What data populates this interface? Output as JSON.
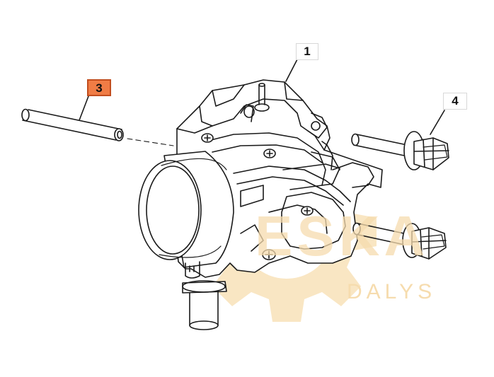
{
  "diagram": {
    "callouts": [
      {
        "id": "1",
        "label": "1",
        "highlighted": false
      },
      {
        "id": "3",
        "label": "3",
        "highlighted": true
      },
      {
        "id": "4",
        "label": "4",
        "highlighted": false
      }
    ],
    "watermark": {
      "brand": "ESKA",
      "subtitle": "DALYS",
      "color": "#f6dcae"
    },
    "colors": {
      "line": "#1a1a1a",
      "highlight": "#f07c45"
    }
  }
}
